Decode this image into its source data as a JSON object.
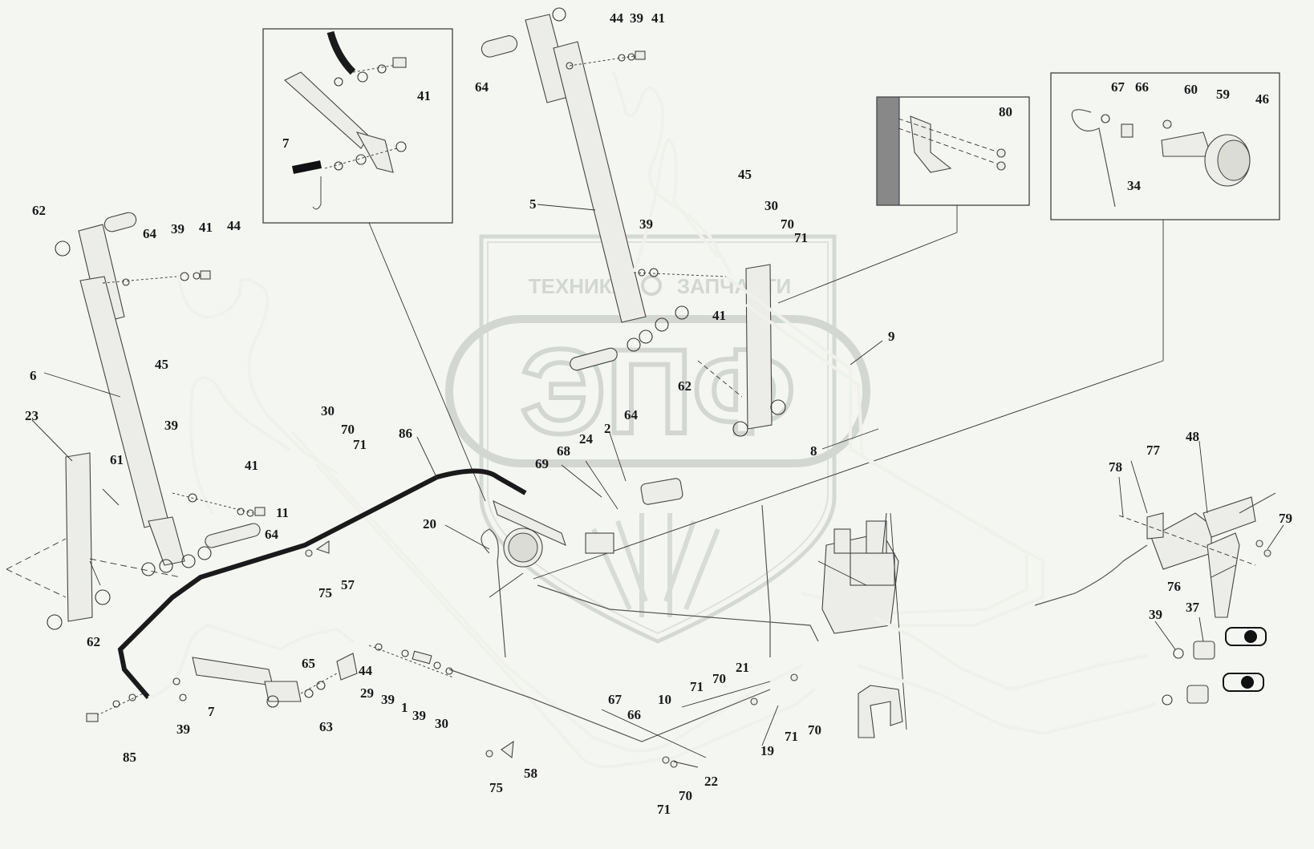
{
  "watermark": {
    "line1_left": "ТЕХНИКА",
    "line1_right": "ЗАПЧАСТИ",
    "logo": "ЭПФ"
  },
  "colors": {
    "background": "#f4f7f1",
    "watermark": "#d3d7d2",
    "line": "#333333",
    "black_hose": "#1a1a1a"
  },
  "callouts": [
    {
      "id": "c44a",
      "text": "44"
    },
    {
      "id": "c39a",
      "text": "39"
    },
    {
      "id": "c41a",
      "text": "41"
    },
    {
      "id": "c64a",
      "text": "64"
    },
    {
      "id": "c41b",
      "text": "41"
    },
    {
      "id": "c7a",
      "text": "7"
    },
    {
      "id": "c67a",
      "text": "67"
    },
    {
      "id": "c66a",
      "text": "66"
    },
    {
      "id": "c60",
      "text": "60"
    },
    {
      "id": "c59",
      "text": "59"
    },
    {
      "id": "c46",
      "text": "46"
    },
    {
      "id": "c80",
      "text": "80"
    },
    {
      "id": "c34",
      "text": "34"
    },
    {
      "id": "c45a",
      "text": "45"
    },
    {
      "id": "c5",
      "text": "5"
    },
    {
      "id": "c30a",
      "text": "30"
    },
    {
      "id": "c62a",
      "text": "62"
    },
    {
      "id": "c39b",
      "text": "39"
    },
    {
      "id": "c70a",
      "text": "70"
    },
    {
      "id": "c71a",
      "text": "71"
    },
    {
      "id": "c41c",
      "text": "41"
    },
    {
      "id": "c64b",
      "text": "64"
    },
    {
      "id": "c39c",
      "text": "39"
    },
    {
      "id": "c41d",
      "text": "41"
    },
    {
      "id": "c44b",
      "text": "44"
    },
    {
      "id": "c9",
      "text": "9"
    },
    {
      "id": "c45b",
      "text": "45"
    },
    {
      "id": "c6",
      "text": "6"
    },
    {
      "id": "c62b",
      "text": "62"
    },
    {
      "id": "c64c",
      "text": "64"
    },
    {
      "id": "c30b",
      "text": "30"
    },
    {
      "id": "c70b",
      "text": "70"
    },
    {
      "id": "c71b",
      "text": "71"
    },
    {
      "id": "c86",
      "text": "86"
    },
    {
      "id": "c39d",
      "text": "39"
    },
    {
      "id": "c23",
      "text": "23"
    },
    {
      "id": "c24",
      "text": "24"
    },
    {
      "id": "c2",
      "text": "2"
    },
    {
      "id": "c68",
      "text": "68"
    },
    {
      "id": "c69",
      "text": "69"
    },
    {
      "id": "c8",
      "text": "8"
    },
    {
      "id": "c48",
      "text": "48"
    },
    {
      "id": "c61",
      "text": "61"
    },
    {
      "id": "c41e",
      "text": "41"
    },
    {
      "id": "c11",
      "text": "11"
    },
    {
      "id": "c77",
      "text": "77"
    },
    {
      "id": "c78",
      "text": "78"
    },
    {
      "id": "c20",
      "text": "20"
    },
    {
      "id": "c64d",
      "text": "64"
    },
    {
      "id": "c79",
      "text": "79"
    },
    {
      "id": "c57",
      "text": "57"
    },
    {
      "id": "c75a",
      "text": "75"
    },
    {
      "id": "c76",
      "text": "76"
    },
    {
      "id": "c62c",
      "text": "62"
    },
    {
      "id": "c37",
      "text": "37"
    },
    {
      "id": "c39e",
      "text": "39"
    },
    {
      "id": "c65",
      "text": "65"
    },
    {
      "id": "c44c",
      "text": "44"
    },
    {
      "id": "c21",
      "text": "21"
    },
    {
      "id": "c70c",
      "text": "70"
    },
    {
      "id": "c71c",
      "text": "71"
    },
    {
      "id": "c7b",
      "text": "7"
    },
    {
      "id": "c29",
      "text": "29"
    },
    {
      "id": "c39f",
      "text": "39"
    },
    {
      "id": "c1",
      "text": "1"
    },
    {
      "id": "c39g",
      "text": "39"
    },
    {
      "id": "c30c",
      "text": "30"
    },
    {
      "id": "c67b",
      "text": "67"
    },
    {
      "id": "c66b",
      "text": "66"
    },
    {
      "id": "c10",
      "text": "10"
    },
    {
      "id": "c39h",
      "text": "39"
    },
    {
      "id": "c63",
      "text": "63"
    },
    {
      "id": "c71d",
      "text": "71"
    },
    {
      "id": "c70d",
      "text": "70"
    },
    {
      "id": "c19",
      "text": "19"
    },
    {
      "id": "c85",
      "text": "85"
    },
    {
      "id": "c58",
      "text": "58"
    },
    {
      "id": "c22",
      "text": "22"
    },
    {
      "id": "c75b",
      "text": "75"
    },
    {
      "id": "c70e",
      "text": "70"
    },
    {
      "id": "c71e",
      "text": "71"
    }
  ]
}
